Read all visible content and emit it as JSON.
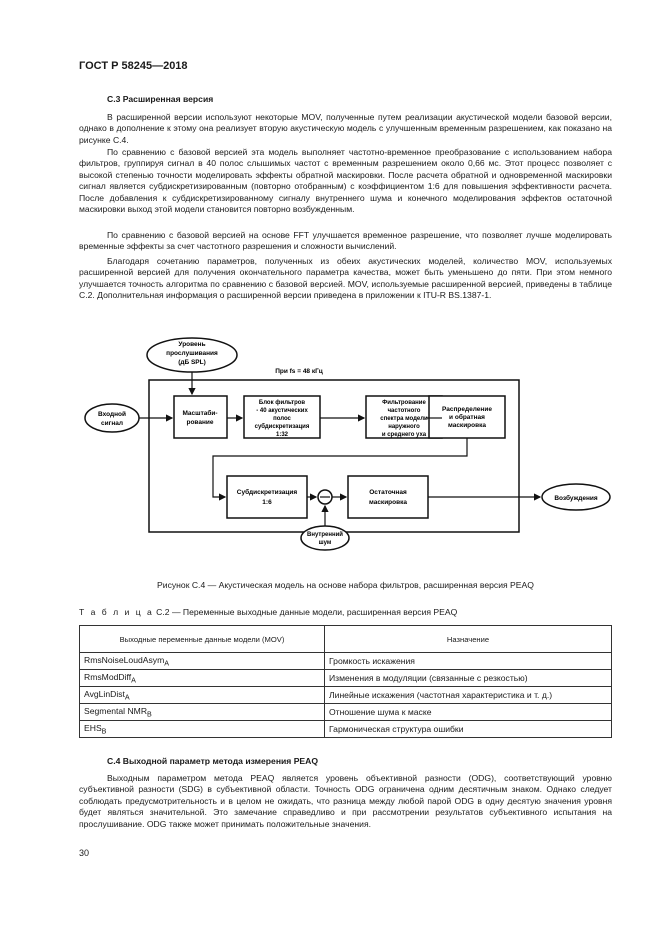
{
  "header": {
    "standard": "ГОСТ Р 58245—2018"
  },
  "section_c3": {
    "title": "С.3 Расширенная версия",
    "paragraphs": [
      "В расширенной версии используют некоторые MOV, полученные путем реализации акустической модели базовой версии, однако в дополнение к этому она реализует вторую акустическую модель с улучшенным временным разрешением, как показано на рисунке С.4.",
      "По сравнению с базовой версией эта модель выполняет частотно-временное преобразование с использованием набора фильтров, группируя сигнал в 40 полос слышимых частот с временным разрешением около 0,66 мс. Этот процесс позволяет с высокой степенью точности моделировать эффекты обратной маскировки. После расчета обратной и одновременной маскировки сигнал является субдискретизированным (повторно отобранным) с коэффициентом 1:6 для повышения эффективности расчета. После добавления к субдискретизированному сигналу внутреннего шума и конечного моделирования эффектов остаточной маскировки выход этой модели становится повторно возбужденным.",
      "По сравнению с базовой версией на основе FFT улучшается временное разрешение, что позволяет лучше моделировать временные эффекты за счет частотного разрешения и сложности вычислений.",
      "Благодаря сочетанию параметров, полученных из обеих акустических моделей, количество MOV, используемых расширенной версией для получения окончательного параметра качества, может быть уменьшено до пяти. При этом немного улучшается точность алгоритма по сравнению с базовой версией. MOV, используемые расширенной версией, приведены в таблице С.2. Дополнительная информация о расширенной версии приведена в приложении к ITU-R BS.1387-1."
    ]
  },
  "figure": {
    "listening_level": [
      "Уровень",
      "прослушивания",
      "(дБ SPL)"
    ],
    "sample_rate": "При fs = 48 кГц",
    "input": [
      "Входной",
      "сигнал"
    ],
    "scaling": [
      "Масштаби-",
      "рование"
    ],
    "filterbank": [
      "Блок фильтров",
      "- 40 акустических",
      "полос",
      "субдискретизация",
      "1:32"
    ],
    "spectrum": [
      "Фильтрование",
      "частотного",
      "спектра модели",
      "наружного",
      "и среднего уха"
    ],
    "distribution": [
      "Распределение",
      "и обратная",
      "маскировка"
    ],
    "subsampling": [
      "Субдискретизация",
      "1:6"
    ],
    "residual": [
      "Остаточная",
      "маскировка"
    ],
    "internal_noise": [
      "Внутренний",
      "шум"
    ],
    "excitation": "Возбуждения",
    "caption": "Рисунок С.4 — Акустическая модель на основе набора фильтров, расширенная версия PEAQ"
  },
  "table": {
    "caption_prefix": "Т а б л и ц а",
    "caption_rest": " С.2 — Переменные выходные данные модели, расширенная версия PEAQ",
    "headers": [
      "Выходные переменные данные модели (MOV)",
      "Назначение"
    ],
    "rows": [
      {
        "name": "RmsNoiseLoudAsym",
        "sub": "A",
        "purpose": "Громкость искажения"
      },
      {
        "name": "RmsModDiff",
        "sub": "A",
        "purpose": "Изменения в модуляции (связанные с резкостью)"
      },
      {
        "name": "AvgLinDist",
        "sub": "A",
        "purpose": "Линейные искажения (частотная характеристика и т. д.)"
      },
      {
        "name": "Segmental NMR",
        "sub": "B",
        "purpose": "Отношение шума к маске"
      },
      {
        "name": "EHS",
        "sub": "B",
        "purpose": "Гармоническая структура ошибки"
      }
    ]
  },
  "section_c4": {
    "title": "С.4 Выходной параметр метода измерения PEAQ",
    "paragraphs": [
      "Выходным параметром метода PEAQ является уровень объективной разности (ODG), соответствующий уровню субъективной разности (SDG) в субъективной области. Точность ODG ограничена одним десятичным знаком. Однако следует соблюдать предусмотрительность и в целом не ожидать, что разница между любой парой ODG в одну десятую значения уровня будет являться значительной. Это замечание справедливо и при рассмотрении результатов субъективного испытания на прослушивание. ODG также может принимать положительные значения."
    ]
  },
  "page_number": "30"
}
